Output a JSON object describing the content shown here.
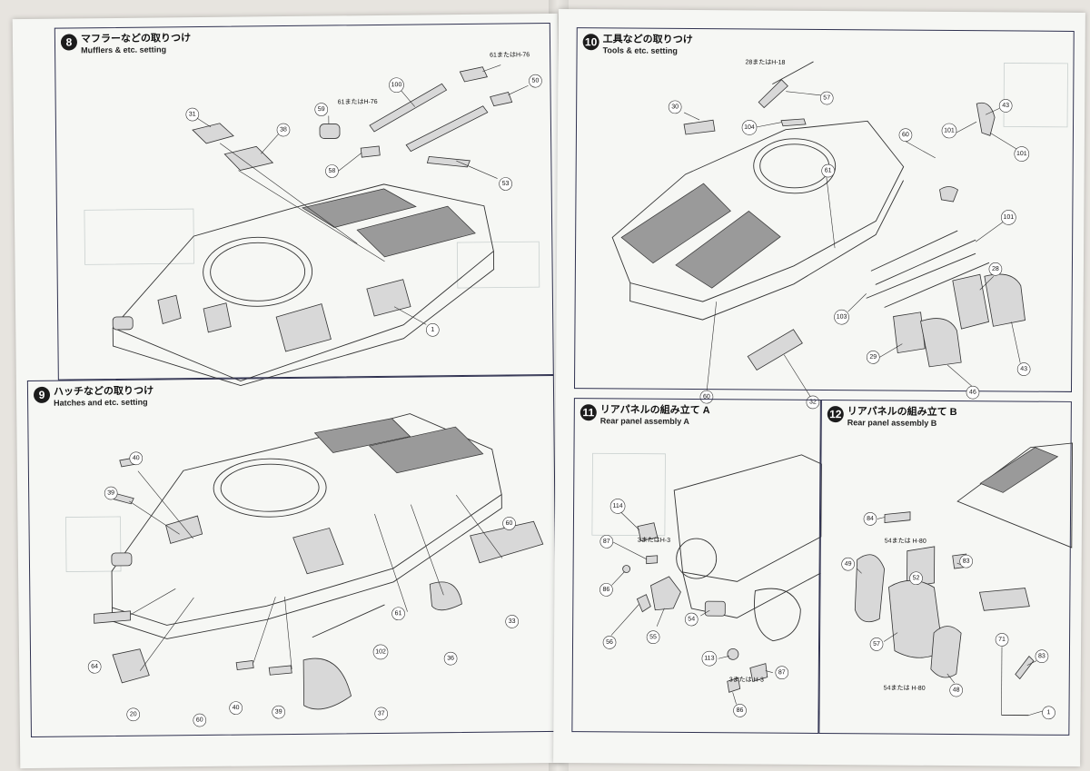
{
  "steps": {
    "s8": {
      "number": "8",
      "title_jp": "マフラーなどの取りつけ",
      "title_en": "Mufflers & etc. setting",
      "parts": [
        "31",
        "38",
        "59",
        "58",
        "100",
        "50",
        "53",
        "1"
      ],
      "notes": [
        "61またはH-76",
        "61またはH-76"
      ]
    },
    "s9": {
      "number": "9",
      "title_jp": "ハッチなどの取りつけ",
      "title_en": "Hatches and etc. setting",
      "parts": [
        "40",
        "39",
        "64",
        "20",
        "60",
        "40",
        "39",
        "61",
        "102",
        "36",
        "37",
        "33",
        "60"
      ]
    },
    "s10": {
      "number": "10",
      "title_jp": "工具などの取りつけ",
      "title_en": "Tools & etc. setting",
      "parts": [
        "57",
        "104",
        "30",
        "60",
        "61",
        "101",
        "103",
        "29",
        "46",
        "28",
        "43",
        "32",
        "60",
        "101",
        "43",
        "101"
      ],
      "notes": [
        "28またはH-18"
      ]
    },
    "s11": {
      "number": "11",
      "title_jp": "リアパネルの組み立て A",
      "title_en": "Rear panel assembly A",
      "parts": [
        "114",
        "87",
        "86",
        "56",
        "55",
        "54",
        "113",
        "87",
        "86"
      ],
      "notes": [
        "3またはH-3",
        "3または H-3"
      ]
    },
    "s12": {
      "number": "12",
      "title_jp": "リアパネルの組み立て B",
      "title_en": "Rear panel assembly B",
      "parts": [
        "84",
        "49",
        "52",
        "83",
        "57",
        "48",
        "71",
        "83",
        "1"
      ],
      "notes": [
        "54または H-80",
        "54または H-80"
      ]
    }
  },
  "colors": {
    "frame": "#2f3150",
    "paper": "#f6f7f4",
    "badge": "#1c1c1c"
  }
}
